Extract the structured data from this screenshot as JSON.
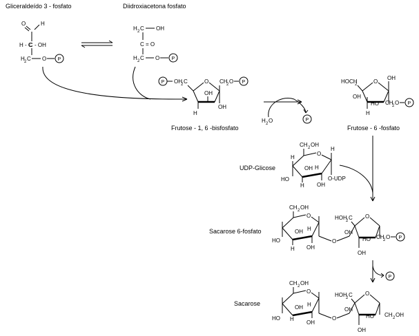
{
  "labels": {
    "gliceraldeido": "Gliceraldeído 3 - fosfato",
    "diidroxiacetona": "Diidroxiacetona fosfato",
    "frutose_bisfosfato": "Frutose -  1, 6 -bisfosfato",
    "frutose_6_fosfato": "Frutose - 6 -fosfato",
    "udp_glicose": "UDP-Glicose",
    "sacarose_6_fosfato": "Sacarose 6-fosfato",
    "sacarose": "Sacarose",
    "water": "H",
    "water_sub": "2",
    "water_o": "O"
  },
  "phosphate_symbol": "P",
  "groups": {
    "o": "O",
    "h": "H",
    "c": "C",
    "oh": "OH",
    "ho": "HO",
    "h_c": "H - C",
    "c_oh": "C - OH",
    "h2c_oh": "H",
    "c_eq_o": "C = O",
    "h2c_o": "H",
    "ch2o": "CH",
    "och2": "OH",
    "hoch2": "HOCH",
    "ch2oh": "CH",
    "hoh2c": "HOH",
    "udp": "O-UDP",
    "sub2": "2"
  }
}
